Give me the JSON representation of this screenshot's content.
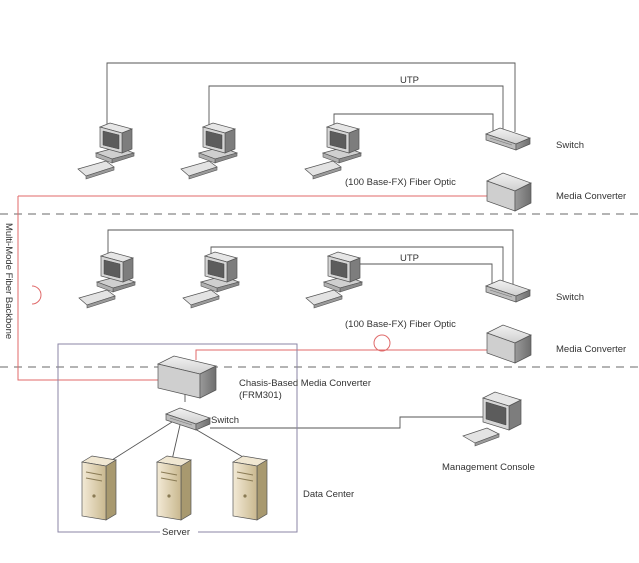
{
  "labels": {
    "utp_top": "UTP",
    "utp_mid": "UTP",
    "switch_top": "Switch",
    "switch_mid": "Switch",
    "switch_dc": "Switch",
    "media_converter_top": "Media Converter",
    "media_converter_mid": "Media Converter",
    "fiber_top": "(100 Base-FX) Fiber Optic",
    "fiber_mid": "(100 Base-FX) Fiber Optic",
    "backbone": "Multi-Mode Fiber Backbone",
    "chassis_line1": "Chasis-Based Media Converter",
    "chassis_line2": "(FRM301)",
    "management_console": "Management Console",
    "data_center": "Data Center",
    "server": "Server"
  },
  "colors": {
    "fiber": "#e06a6a",
    "wire": "#555555",
    "frame": "#8b86a6",
    "device_face": "#d9d9d9",
    "server_body": "#e8dcc0"
  },
  "icons": {
    "workstation": "desktop-computer-icon",
    "switch": "network-switch-icon",
    "media_converter": "media-converter-box-icon",
    "server": "tower-server-icon"
  }
}
